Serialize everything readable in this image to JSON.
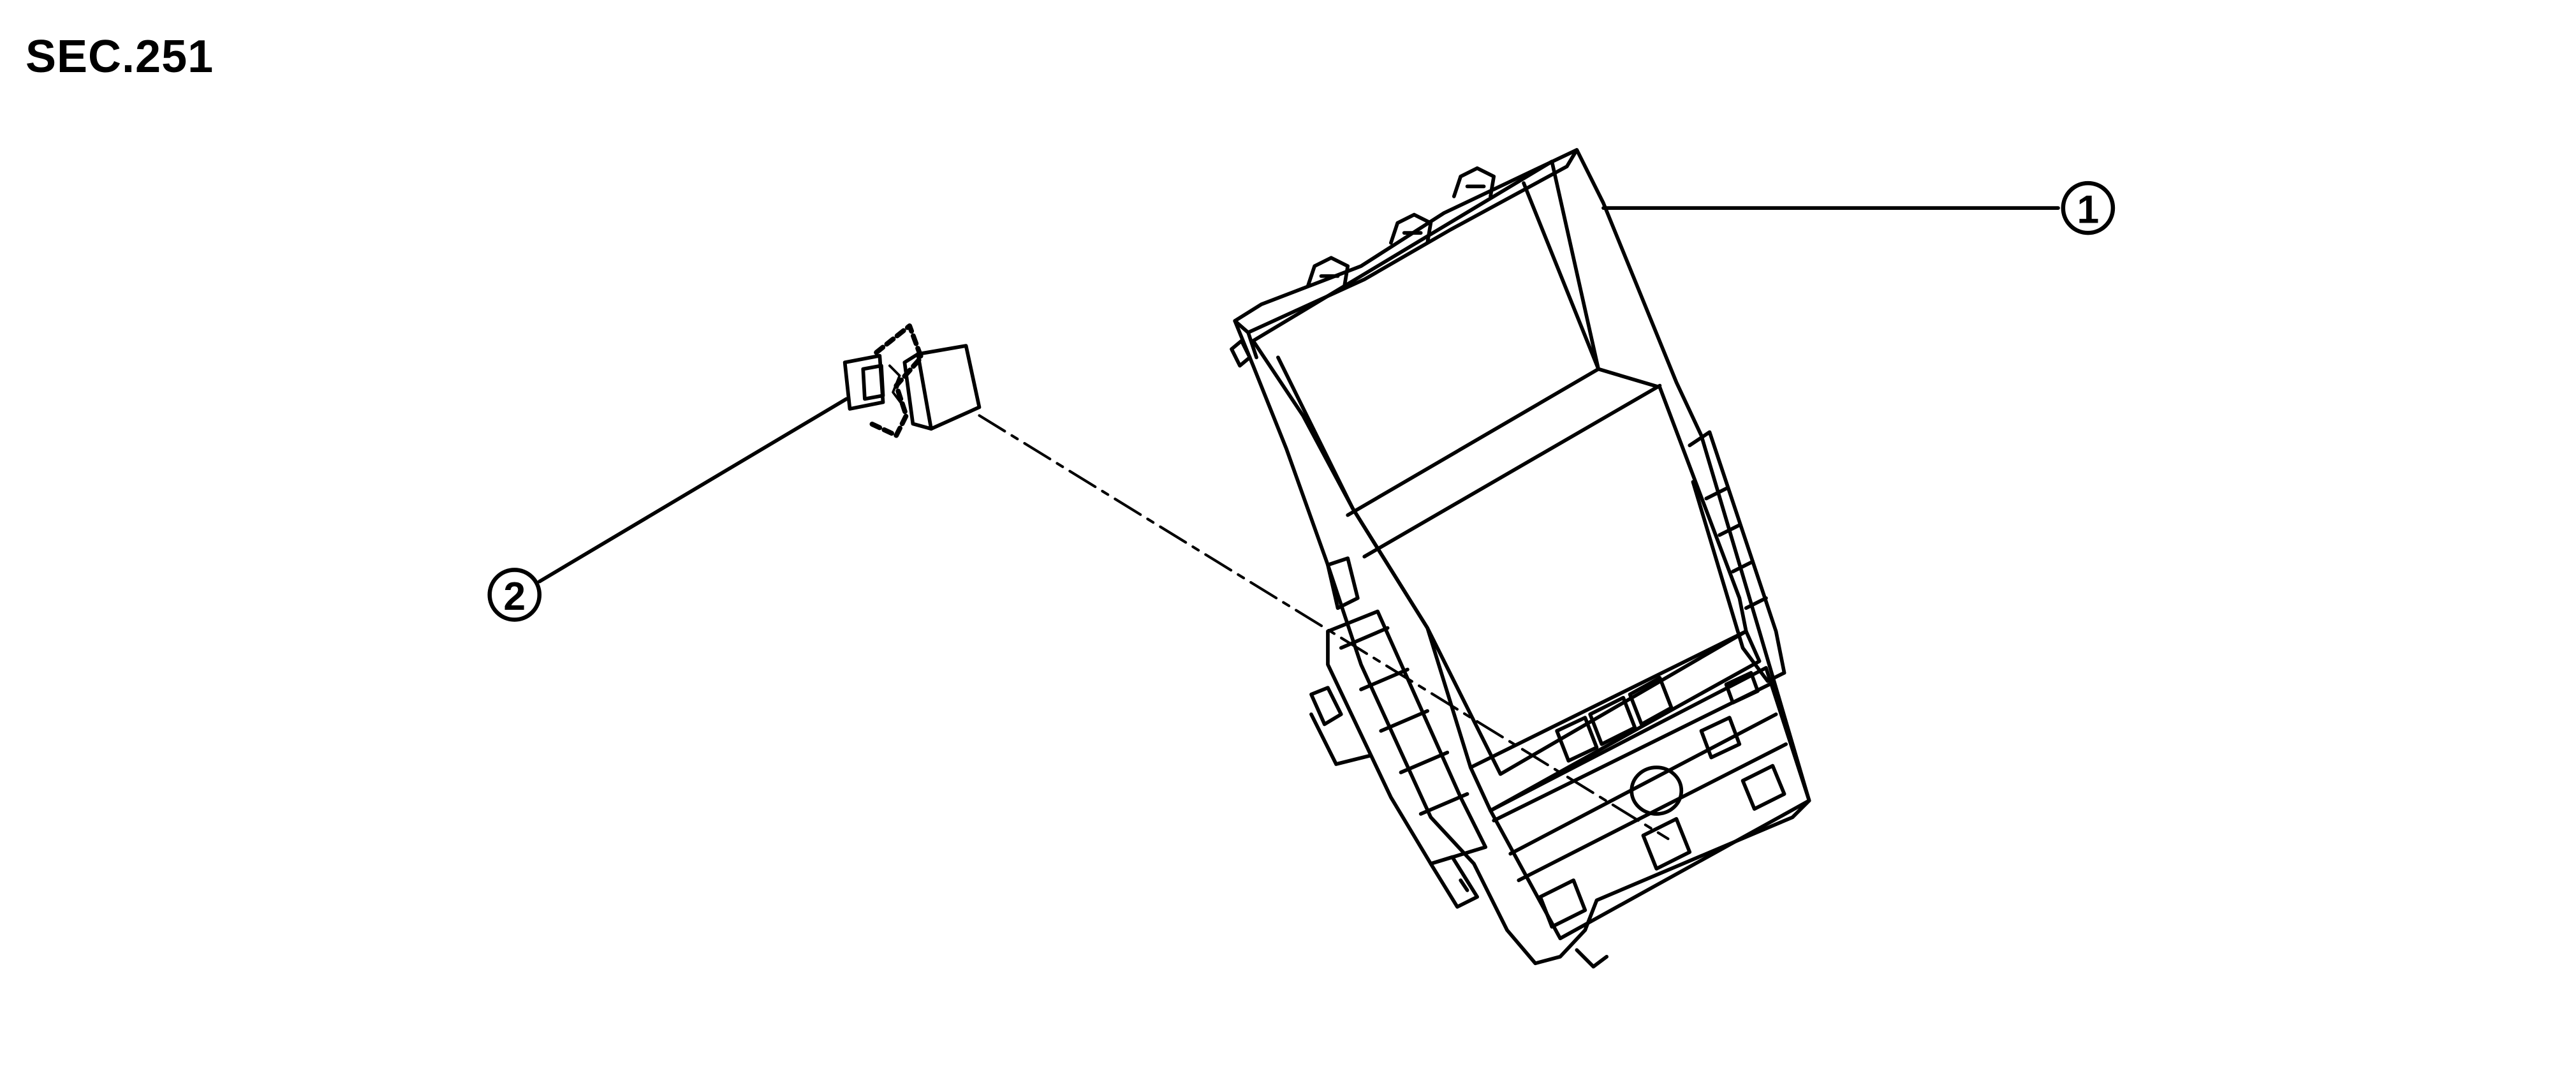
{
  "section_label": "SEC.251",
  "callouts": [
    {
      "number": "1",
      "part": "cluster-lid-assembly"
    },
    {
      "number": "2",
      "part": "switch-unit"
    }
  ],
  "colors": {
    "line": "#000000",
    "background": "#ffffff"
  }
}
